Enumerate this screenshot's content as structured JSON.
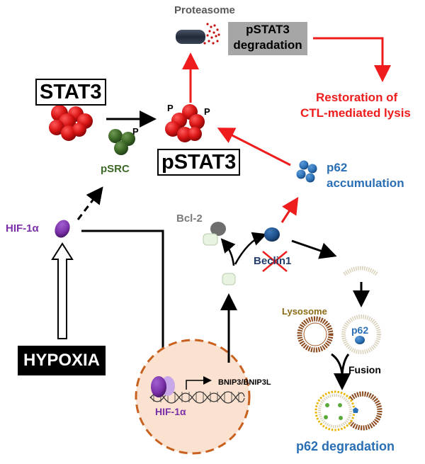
{
  "diagram": {
    "type": "signaling-pathway",
    "labels": {
      "proteasome": "Proteasome",
      "pstat3_degradation_line1": "pSTAT3",
      "pstat3_degradation_line2": "degradation",
      "restoration_line1": "Restoration of",
      "restoration_line2": "CTL-mediated lysis",
      "stat3": "STAT3",
      "pstat3": "pSTAT3",
      "psrc": "pSRC",
      "phospho": "P",
      "hif1a": "HIF-1α",
      "hypoxia": "HYPOXIA",
      "p62_accumulation_line1": "p62",
      "p62_accumulation_line2": "accumulation",
      "bcl2": "Bcl-2",
      "beclin1": "Beclin1",
      "bnip3": "BNIP3/BNIP3L",
      "nucleus_hif1a": "HIF-1α",
      "lysosome": "Lysosome",
      "autophagosome_p62": "p62",
      "fusion": "Fusion",
      "p62_degradation": "p62 degradation"
    },
    "colors": {
      "red": "#ee1c1c",
      "protein_red": "#d81414",
      "green": "#3c6a26",
      "purple": "#7a30a8",
      "blue": "#2a6fb5",
      "dark_blue": "#233d6b",
      "gray": "#7a7a7a",
      "lysosome_brown": "#8b4a1e",
      "nucleus_fill": "#fbe1cf",
      "nucleus_border": "#c8601e",
      "degradation_box": "#a6a6a6"
    }
  }
}
